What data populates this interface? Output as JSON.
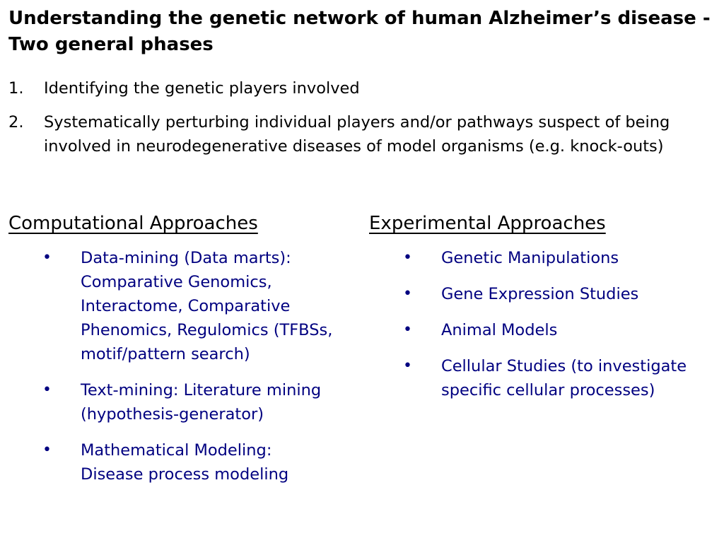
{
  "title": "Understanding the genetic network of human Alzheimer’s disease - Two general phases",
  "phases": [
    {
      "number": "1.",
      "text": "Identifying the genetic players involved"
    },
    {
      "number": "2.",
      "text": "Systematically perturbing individual players and/or pathways suspect of being involved in neurodegenerative diseases of model organisms (e.g. knock-outs)"
    }
  ],
  "computational": {
    "heading": "Computational Approaches",
    "items": [
      "Data-mining (Data marts): Comparative Genomics, Interactome, Comparative Phenomics, Regulomics (TFBSs, motif/pattern search)",
      "Text-mining: Literature mining (hypothesis-generator)",
      "Mathematical Modeling: Disease process modeling"
    ]
  },
  "experimental": {
    "heading": "Experimental Approaches",
    "items": [
      "Genetic Manipulations",
      "Gene Expression Studies",
      "Animal Models",
      "Cellular Studies (to investigate specific cellular processes)"
    ]
  },
  "bullet_symbol": "•",
  "colors": {
    "text": "#000000",
    "bullet_text": "#000080"
  }
}
